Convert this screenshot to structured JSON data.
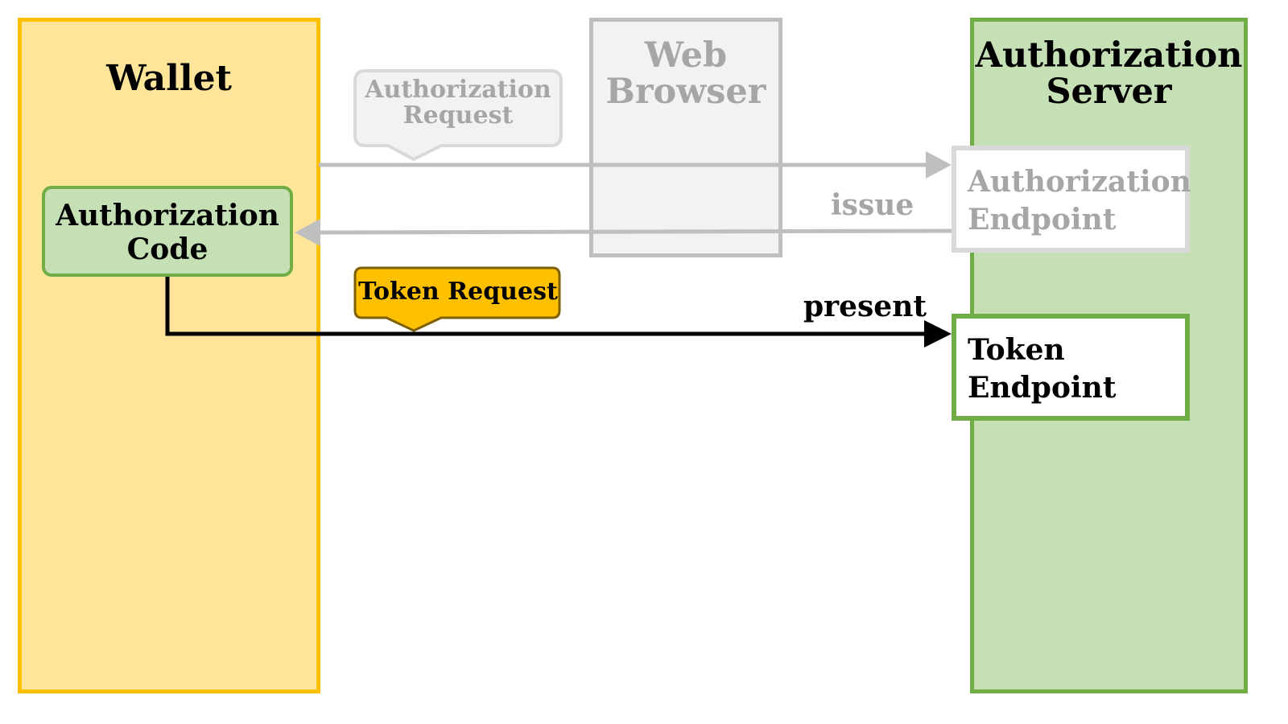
{
  "lanes": {
    "wallet": {
      "title": "Wallet"
    },
    "browser": {
      "title_line1": "Web",
      "title_line2": "Browser"
    },
    "server": {
      "title_line1": "Authorization",
      "title_line2": "Server"
    }
  },
  "nodes": {
    "authorization_code": {
      "line1": "Authorization",
      "line2": "Code"
    },
    "authorization_endpoint": {
      "line1": "Authorization",
      "line2": "Endpoint"
    },
    "token_endpoint": {
      "line1": "Token",
      "line2": "Endpoint"
    }
  },
  "callouts": {
    "authorization_request": {
      "line1": "Authorization",
      "line2": "Request"
    },
    "token_request": {
      "label": "Token Request"
    }
  },
  "edges": {
    "issue": "issue",
    "present": "present"
  },
  "colors": {
    "wallet_fill": "#ffe599",
    "wallet_border": "#ffc000",
    "server_fill": "#c5e0b4",
    "server_border": "#70ad47",
    "browser_fill": "#f2f2f2",
    "browser_border": "#bfbfbf",
    "muted_text": "#a6a6a6",
    "token_callout_fill": "#ffc000",
    "token_callout_border": "#7f6000"
  }
}
